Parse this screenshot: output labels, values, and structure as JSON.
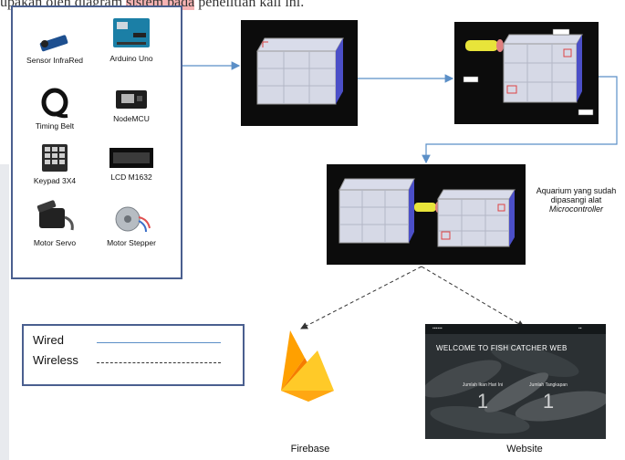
{
  "header": {
    "text_before": "upakan oleh diagram ",
    "text_highlight": "sistem pada",
    "text_after": " penelitian kali ini."
  },
  "components": {
    "sensor_infrared": "Sensor InfraRed",
    "arduino_uno": "Arduino Uno",
    "timing_belt": "Timing Belt",
    "nodemcu": "NodeMCU",
    "keypad": "Keypad 3X4",
    "lcd": "LCD M1632",
    "motor_servo": "Motor Servo",
    "motor_stepper": "Motor Stepper"
  },
  "aquarium_caption": {
    "line1": "Aquarium yang sudah",
    "line2": "dipasangi alat",
    "line3": "Microcontroller"
  },
  "legend": {
    "wired": "Wired",
    "wireless": "Wireless"
  },
  "destinations": {
    "firebase": "Firebase",
    "website": "Website"
  },
  "website_preview": {
    "welcome": "WELCOME TO FISH CATCHER WEB",
    "stat_left_label": "Jumlah Ikan Hari Ini",
    "stat_left_value": "1",
    "stat_right_label": "Jumlah Tangkapan",
    "stat_right_value": "1"
  },
  "colors": {
    "box_border": "#4a5f8f",
    "arrow": "#5b8fc7",
    "dashed": "#333333",
    "firebase_yellow": "#ffca28",
    "firebase_orange": "#f57c00"
  }
}
